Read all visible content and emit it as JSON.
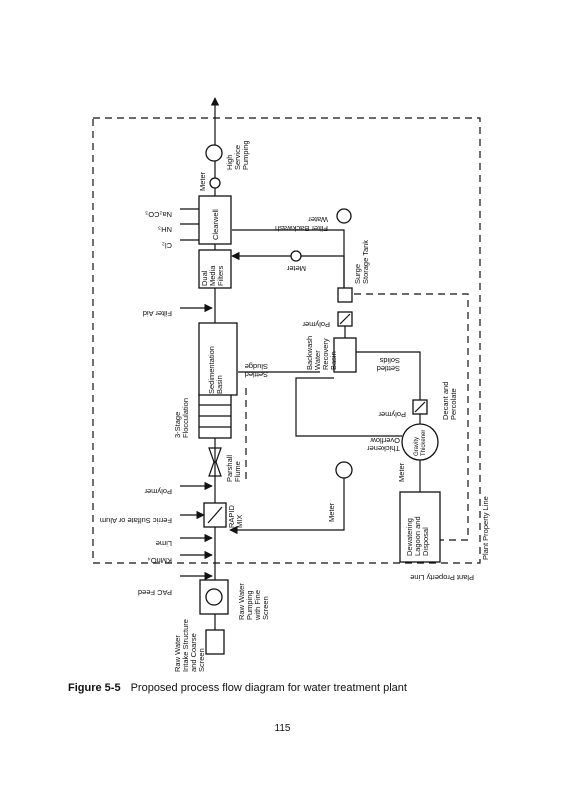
{
  "labels": {
    "raw_intake": [
      "Raw Water",
      "Intake Structure",
      "and Coarse",
      "Screen"
    ],
    "raw_pumping": [
      "Raw Water",
      "Pumping",
      "with Fine",
      "Screen"
    ],
    "pac_feed": "PAC Feed",
    "kmno4": "KMnO₄",
    "lime": "Lime",
    "ferric": "Ferric Sulfate or Alum",
    "rapid_mix": [
      "RAPID",
      "MIX"
    ],
    "polymer": "Polymer",
    "parshall": [
      "Parshall",
      "Flume"
    ],
    "flocculation": [
      "3-Stage",
      "Flocculation"
    ],
    "sedimentation": [
      "Sedimentation",
      "Basin"
    ],
    "settled_sludge": [
      "Settled",
      "Sludge"
    ],
    "filter_aid": "Filter Aid",
    "dual_media": [
      "Dual",
      "Media",
      "Filters"
    ],
    "cl2": "Cl₂",
    "nh3": "NH₃",
    "na2co3": "Na₂CO₃",
    "clearwell": "Clearwell",
    "meter": "Meter",
    "high_service": [
      "High",
      "Service",
      "Pumping"
    ],
    "filter_backwash_water": [
      "Filter Backwash",
      "Water"
    ],
    "surge_tank": [
      "Surge",
      "Storage Tank"
    ],
    "backwash_recovery": [
      "Backwash",
      "Water",
      "Recovery",
      "Basin"
    ],
    "settled_solids": [
      "Settled",
      "Solids"
    ],
    "thickener_overflow": [
      "Thickener",
      "Overflow"
    ],
    "gravity_thickener": [
      "Gravity",
      "Thickener"
    ],
    "decant": [
      "Decant and",
      "Percolate"
    ],
    "dewatering": [
      "Dewatering",
      "Lagoon and",
      "Disposal"
    ],
    "property_line": "Plant Property Line"
  },
  "caption": {
    "label": "Figure 5-5",
    "text": "Proposed process flow diagram for water treatment plant"
  },
  "page_number": "115"
}
